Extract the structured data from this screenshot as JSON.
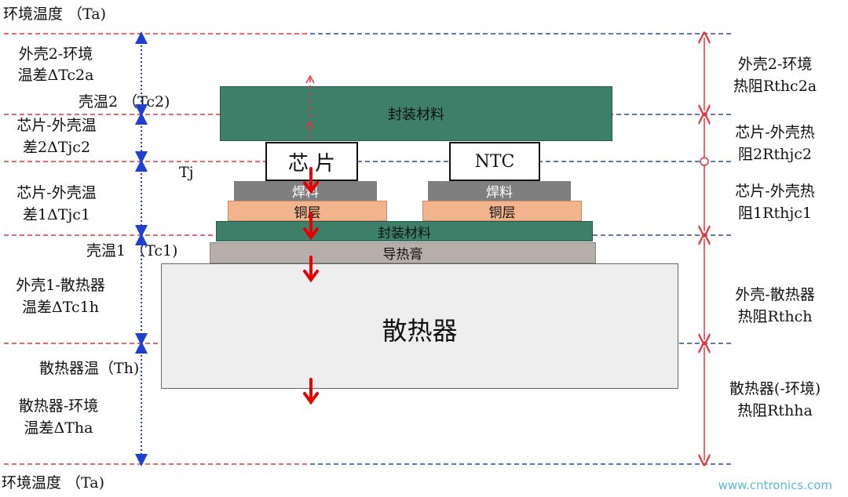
{
  "left_labels": {
    "ambient_top": "环境温度 （Ta)",
    "shell_to_ambient_line1": "外壳2-环境",
    "shell_to_ambient_line2": "温差ΔTc2a",
    "case_temp2": "壳温2 （Tc2)",
    "chip_case2_line1": "芯片-外壳温",
    "chip_case2_line2": "差2ΔTjc2",
    "tj": "Tj",
    "chip_case1_line1": "芯片-外壳温",
    "chip_case1_line2": "差1ΔTjc1",
    "case_temp1": "壳温1 （Tc1)",
    "case_heatsink_line1": "外壳1-散热器",
    "case_heatsink_line2": "温差ΔTc1h",
    "heatsink_temp": "散热器温（Th)",
    "heatsink_ambient_line1": "散热器-环境",
    "heatsink_ambient_line2": "温差ΔTha",
    "ambient_bottom": "环境温度 （Ta)"
  },
  "right_labels": {
    "rthc2a_line1": "外壳2-环境",
    "rthc2a_line2": "热阻Rthc2a",
    "rthjc2_line1": "芯片-外壳热",
    "rthjc2_line2": "阻2Rthjc2",
    "rthjc1_line1": "芯片-外壳热",
    "rthjc1_line2": "阻1Rthjc1",
    "rthch_line1": "外壳-散热器",
    "rthch_line2": "热阻Rthch",
    "rthha_line1": "散热器(-环境)",
    "rthha_line2": "热阻Rthha"
  },
  "layers": {
    "package_top": "封装材料",
    "chip": "芯 片",
    "ntc": "NTC",
    "solder_left": "焊料",
    "solder_right": "焊料",
    "copper_left": "铜层",
    "copper_right": "铜层",
    "package_bottom": "封装材料",
    "thermal_grease": "导热膏",
    "heatsink": "散热器"
  },
  "watermark": "www.cntronics.com",
  "colors": {
    "package": "#3e7f6a",
    "solder": "#7f7f7f",
    "copper": "#f2b48c",
    "grease": "#b7aeaa",
    "heatsink": "#eeeeee",
    "red_line": "#e8323a",
    "blue_line": "#2e4a8f",
    "blue_arrow": "#1e3fd6",
    "red_arrow": "#e60000"
  }
}
